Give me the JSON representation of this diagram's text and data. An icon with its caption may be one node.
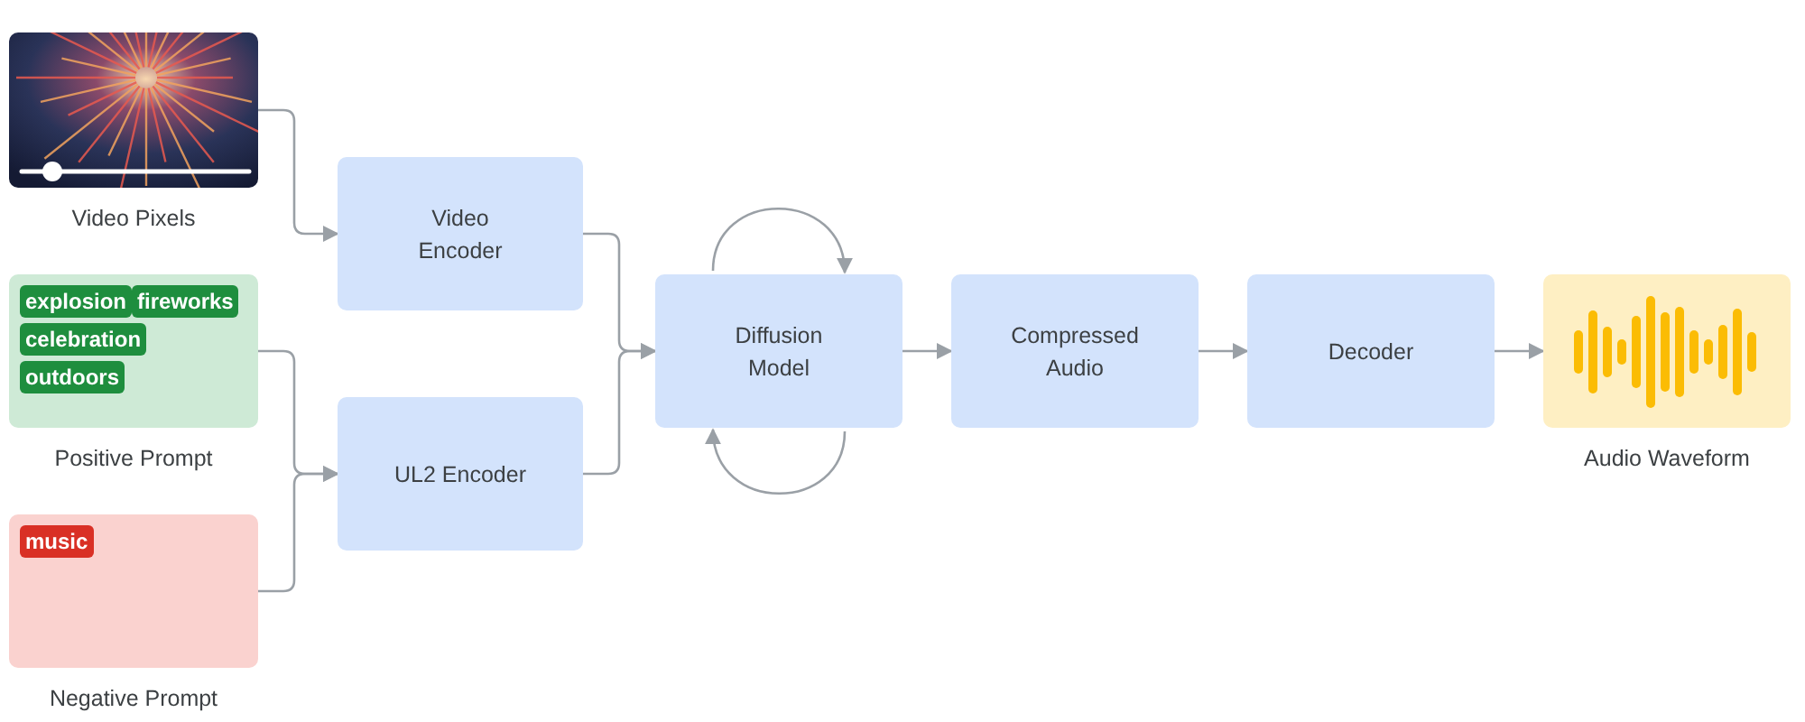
{
  "diagram": {
    "nodes": [
      {
        "text": [
          "Video Pixels"
        ]
      },
      {
        "text": [
          "Positive Prompt"
        ]
      },
      {
        "text": [
          "explosion"
        ],
        "in": 1
      },
      {
        "text": [
          "fireworks"
        ],
        "in": 1
      },
      {
        "text": [
          "celebration"
        ],
        "in": 1
      },
      {
        "text": [
          "outdoors"
        ],
        "in": 1
      },
      {
        "text": [
          "Negative Prompt"
        ]
      },
      {
        "text": [
          "music"
        ],
        "in": 6
      },
      {
        "text": [
          "Video Encoder"
        ]
      },
      {
        "text": [
          "UL2 Encoder"
        ]
      },
      {
        "text": [
          "Diffusion Model"
        ]
      },
      {
        "text": [
          "Compressed Audio"
        ]
      },
      {
        "text": [
          "Decoder"
        ]
      },
      {
        "text": [
          "Audio Waveform"
        ]
      }
    ],
    "edges": [
      {
        "from": 0,
        "to": 8,
        "arrow": "to"
      },
      {
        "from": 1,
        "to": 9,
        "arrow": "to"
      },
      {
        "from": 6,
        "to": 9,
        "arrow": "to"
      },
      {
        "from": 8,
        "to": 10,
        "arrow": "to"
      },
      {
        "from": 9,
        "to": 10,
        "arrow": "to"
      },
      {
        "from": 10,
        "to": 10,
        "arrow": "to"
      },
      {
        "from": 10,
        "to": 10,
        "arrow": "to"
      },
      {
        "from": 10,
        "to": 11,
        "arrow": "to"
      },
      {
        "from": 11,
        "to": 12,
        "arrow": "to"
      },
      {
        "from": 12,
        "to": 13,
        "arrow": "to"
      }
    ]
  }
}
